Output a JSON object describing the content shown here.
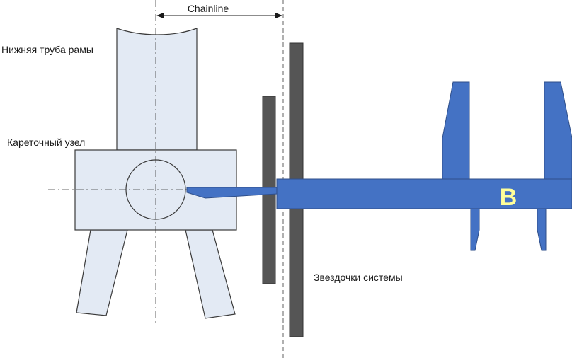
{
  "labels": {
    "chainline": "Chainline",
    "down_tube": "Нижняя труба рамы",
    "bottom_bracket": "Кареточный узел",
    "chainrings": "Звездочки системы",
    "caliper_letter": "B"
  },
  "colors": {
    "frame_fill": "#e3eaf4",
    "frame_stroke": "#3a3a3a",
    "chainring": "#555555",
    "caliper": "#4472c4",
    "caliper_stroke": "#2f4f8a",
    "letter": "#ffff99"
  }
}
